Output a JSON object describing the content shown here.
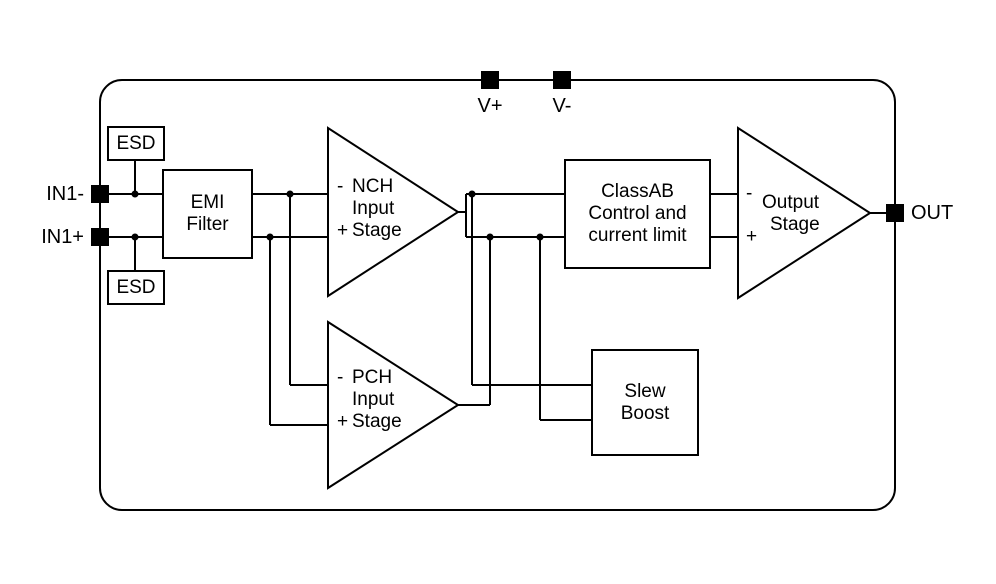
{
  "title": "op-amp functional block diagram",
  "colors": {
    "line": "#000000",
    "background": "#ffffff",
    "text": "#000000"
  },
  "pins": {
    "in1_minus": "IN1-",
    "in1_plus": "IN1+",
    "v_plus": "V+",
    "v_minus": "V-",
    "out": "OUT"
  },
  "blocks": {
    "esd_top": {
      "label": "ESD"
    },
    "esd_bottom": {
      "label": "ESD"
    },
    "emi": {
      "line1": "EMI",
      "line2": "Filter"
    },
    "nch": {
      "minus": "-",
      "word1": "NCH",
      "word2": "Input",
      "plus": "+",
      "word3": "Stage"
    },
    "pch": {
      "minus": "-",
      "word1": "PCH",
      "word2": "Input",
      "plus": "+",
      "word3": "Stage"
    },
    "classab": {
      "line1": "ClassAB",
      "line2": "Control and",
      "line3": "current limit"
    },
    "slew": {
      "line1": "Slew",
      "line2": "Boost"
    },
    "output": {
      "minus": "-",
      "word1": "Output",
      "word2": "Stage",
      "plus": "+"
    }
  }
}
